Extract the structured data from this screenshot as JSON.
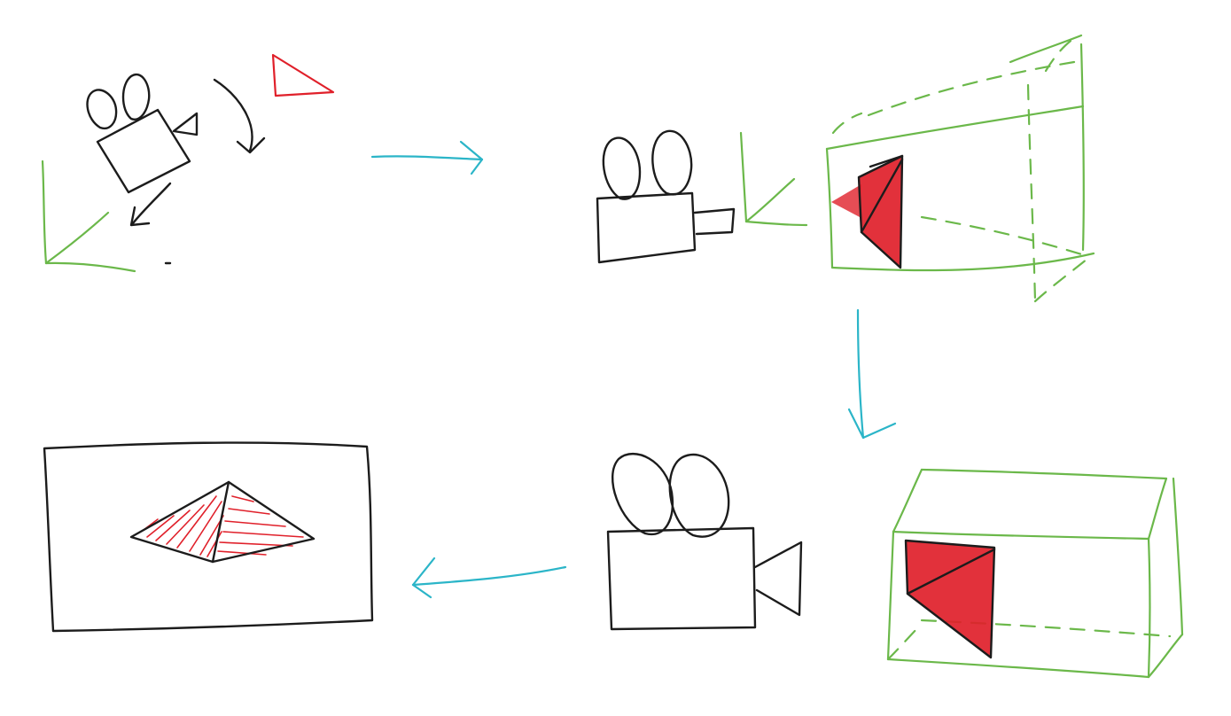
{
  "diagram": {
    "colors": {
      "ink": "#1c1c1c",
      "axes": "#6bb84a",
      "triangles": "#e0202a",
      "flow_arrows": "#2bb5c8",
      "background": "#ffffff"
    },
    "steps": [
      {
        "id": "camera-and-triangle-in-world-space",
        "icon": "movie-camera-icon"
      },
      {
        "id": "view-space-frustum",
        "icon": "movie-camera-icon"
      },
      {
        "id": "clip-space-box",
        "icon": "box-icon"
      },
      {
        "id": "camera-projection",
        "icon": "movie-camera-icon"
      },
      {
        "id": "screen-image",
        "icon": "screen-icon"
      }
    ],
    "flow": [
      "right",
      "down",
      "left"
    ]
  }
}
